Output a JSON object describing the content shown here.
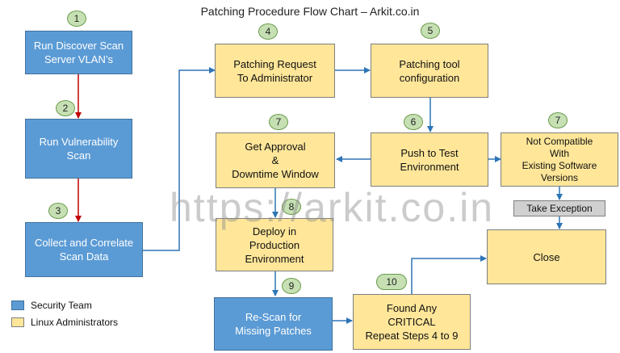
{
  "title": "Patching Procedure Flow Chart – Arkit.co.in",
  "watermark": "https://arkit.co.in",
  "colors": {
    "security_team": "#5b9bd5",
    "linux_admins": "#ffe699",
    "arrow_blue": "#2e75b6",
    "arrow_red": "#c00000",
    "badge": "#c6e0b4"
  },
  "nodes": {
    "discover": "Run Discover Scan\nServer VLAN’s",
    "vulnerability": "Run Vulnerability\nScan",
    "collect": "Collect and Correlate\nScan Data",
    "request": "Patching Request\nTo Administrator",
    "tool_config": "Patching tool\nconfiguration",
    "push_test": "Push to Test\nEnvironment",
    "approval": "Get Approval\n&\nDowntime Window",
    "not_compatible": "Not Compatible\nWith\nExisting Software\nVersions",
    "deploy": "Deploy in\nProduction\nEnvironment",
    "close": "Close",
    "rescan": "Re-Scan for\nMissing Patches",
    "found_critical": "Found Any\nCRITICAL\nRepeat Steps 4 to 9"
  },
  "exception_label": "Take Exception",
  "badges": {
    "b1": "1",
    "b2": "2",
    "b3": "3",
    "b4": "4",
    "b5": "5",
    "b6": "6",
    "b7a": "7",
    "b7b": "7",
    "b8": "8",
    "b9": "9",
    "b10": "10"
  },
  "legend": {
    "security": "Security Team",
    "linux": "Linux Administrators"
  }
}
